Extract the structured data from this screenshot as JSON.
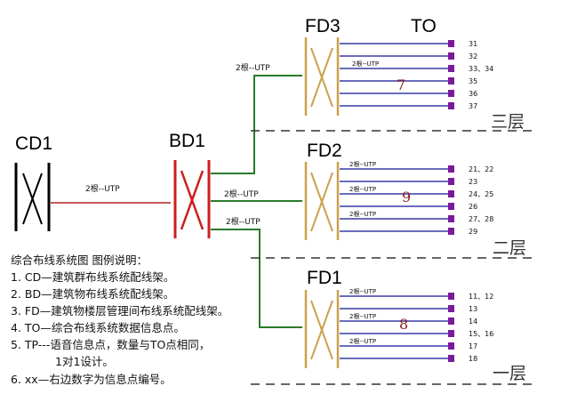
{
  "labels": {
    "cd": "CD1",
    "bd": "BD1",
    "fd3": "FD3",
    "fd2": "FD2",
    "fd1": "FD1",
    "to": "TO"
  },
  "cables": {
    "cd_bd": "2根--UTP",
    "bd_fd3": "2根--UTP",
    "bd_fd2": "2根--UTP",
    "bd_fd1": "2根--UTP",
    "small": "2根--UTP"
  },
  "floors": {
    "fd3": {
      "name": "三层",
      "count": "7",
      "tps": [
        "31",
        "32",
        "33、34",
        "35",
        "36",
        "37"
      ]
    },
    "fd2": {
      "name": "二层",
      "count": "9",
      "tps": [
        "21、22",
        "23",
        "24、25",
        "26",
        "27、28",
        "29"
      ]
    },
    "fd1": {
      "name": "一层",
      "count": "8",
      "tps": [
        "11、12",
        "13",
        "14",
        "15、16",
        "17",
        "18"
      ]
    }
  },
  "legend": [
    "综合布线系统图  图例说明：",
    "1. CD—建筑群布线系统配线架。",
    "2. BD—建筑物布线系统配线架。",
    "3. FD—建筑物楼层管理间布线系统配线架。",
    "4. TO—综合布线系统数据信息点。",
    "5. TP---语音信息点，数量与TO点相同，",
    "1对1设计。",
    "6. xx—右边数字为信息点编号。"
  ],
  "colors": {
    "cd_line": "#000000",
    "bd_line": "#cc1e1e",
    "fd_line": "#c9a24a",
    "backbone_red": "#b22222",
    "backbone_green": "#2a7a2a",
    "horizontal": "#3a3aa8",
    "outlet": "#7a1a9a"
  }
}
